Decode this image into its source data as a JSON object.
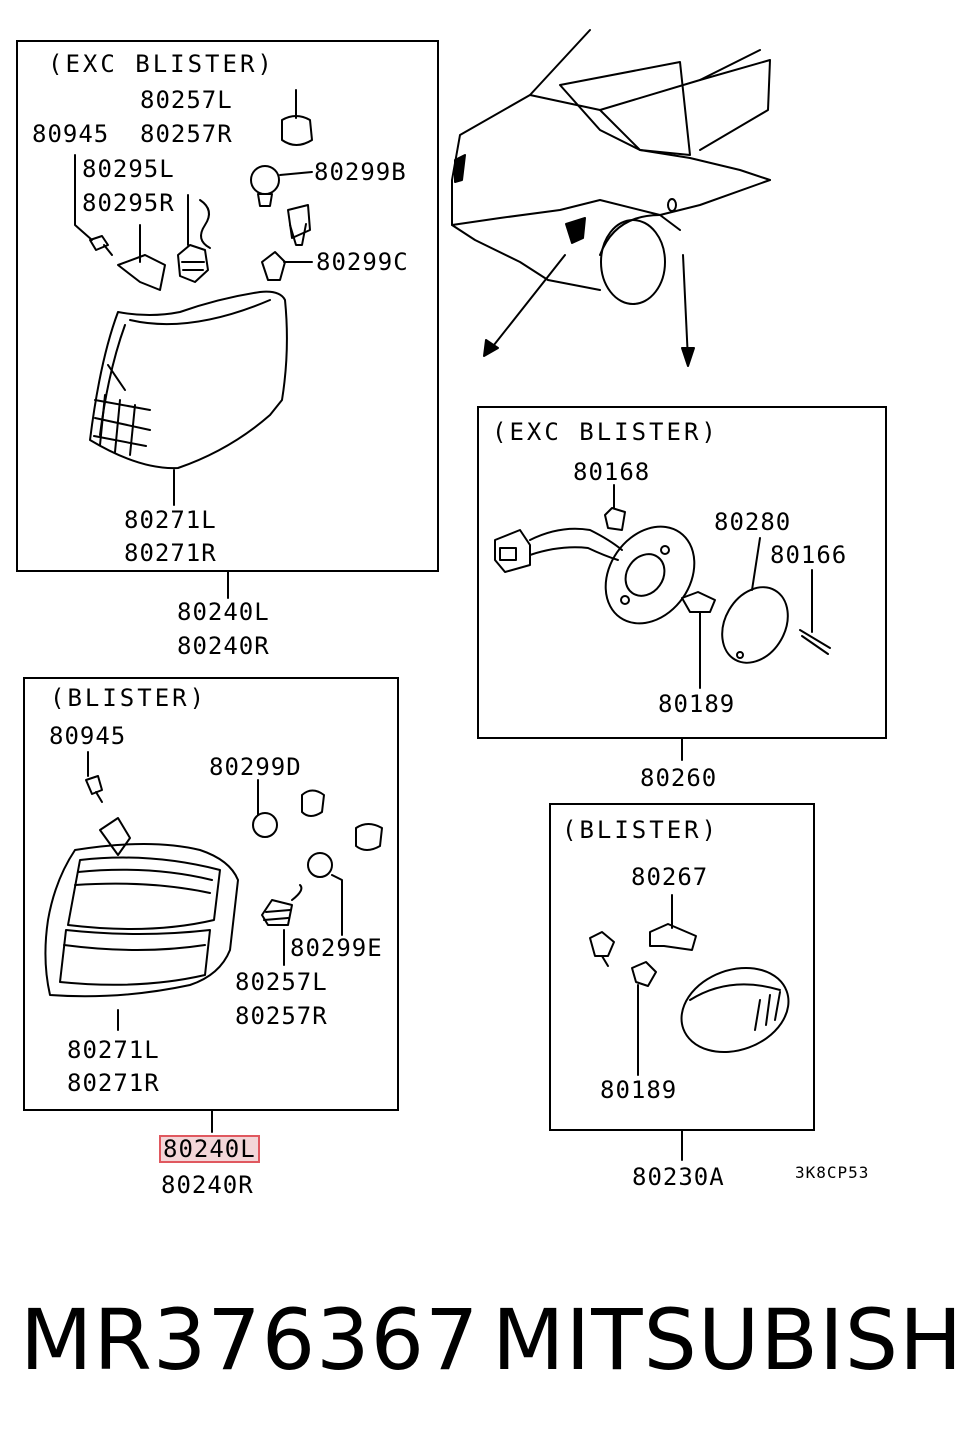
{
  "diagram": {
    "panel_top_left": {
      "header": "(EXC BLISTER)",
      "labels": [
        "80257L",
        "80257R",
        "80945",
        "80295L",
        "80295R",
        "80299B",
        "80299C",
        "80271L",
        "80271R"
      ],
      "assembly": [
        "80240L",
        "80240R"
      ]
    },
    "panel_right": {
      "header": "(EXC BLISTER)",
      "labels": [
        "80168",
        "80280",
        "80166",
        "80189"
      ],
      "assembly": "80260"
    },
    "panel_bottom_left": {
      "header": "(BLISTER)",
      "labels": [
        "80945",
        "80299D",
        "80299E",
        "80257L",
        "80257R",
        "80271L",
        "80271R"
      ],
      "assembly": [
        "80240L",
        "80240R"
      ],
      "highlighted": "80240L"
    },
    "panel_bottom_right": {
      "header": "(BLISTER)",
      "labels": [
        "80267",
        "80189"
      ],
      "assembly": "80230A"
    },
    "figure_code": "3K8CP53"
  },
  "footer": {
    "part_number": "MR376367",
    "brand": "MITSUBISHI"
  },
  "colors": {
    "highlight_border": "#e0585f",
    "highlight_fill": "#f3d6d8"
  }
}
